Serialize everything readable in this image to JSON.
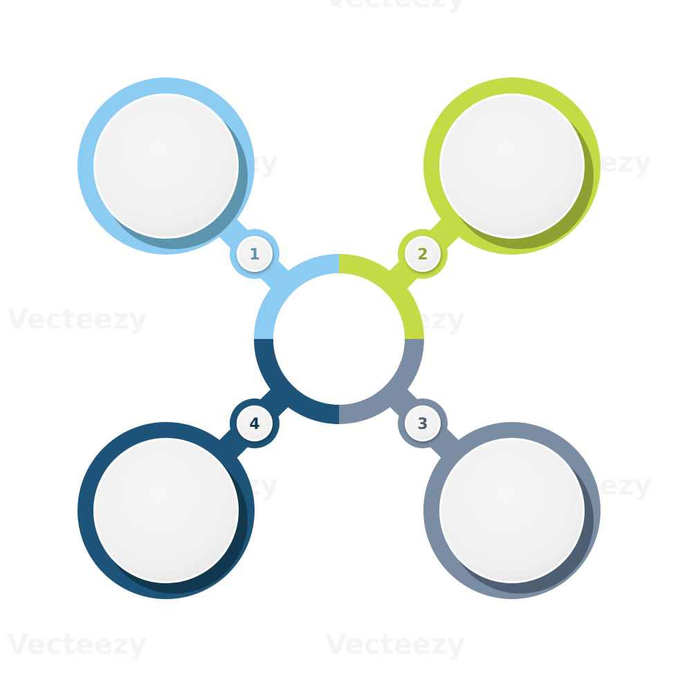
{
  "diagram": {
    "type": "four-step circular infographic",
    "hub_segment_order": [
      "top-left",
      "top-right",
      "bottom-right",
      "bottom-left"
    ],
    "steps": [
      {
        "number": "1",
        "color": "#8ccbf2",
        "shade": "#5c93ad",
        "position": "top-left"
      },
      {
        "number": "2",
        "color": "#c4db45",
        "shade": "#8fa032",
        "position": "top-right"
      },
      {
        "number": "3",
        "color": "#7b8da3",
        "shade": "#4f5f72",
        "position": "bottom-right"
      },
      {
        "number": "4",
        "color": "#1e5479",
        "shade": "#123850",
        "position": "bottom-left"
      }
    ]
  },
  "watermark": {
    "text": "Vecteezy"
  },
  "colors": {
    "card_face": "#f3f3f3",
    "card_rim": "#ffffff",
    "background": "#ffffff"
  }
}
